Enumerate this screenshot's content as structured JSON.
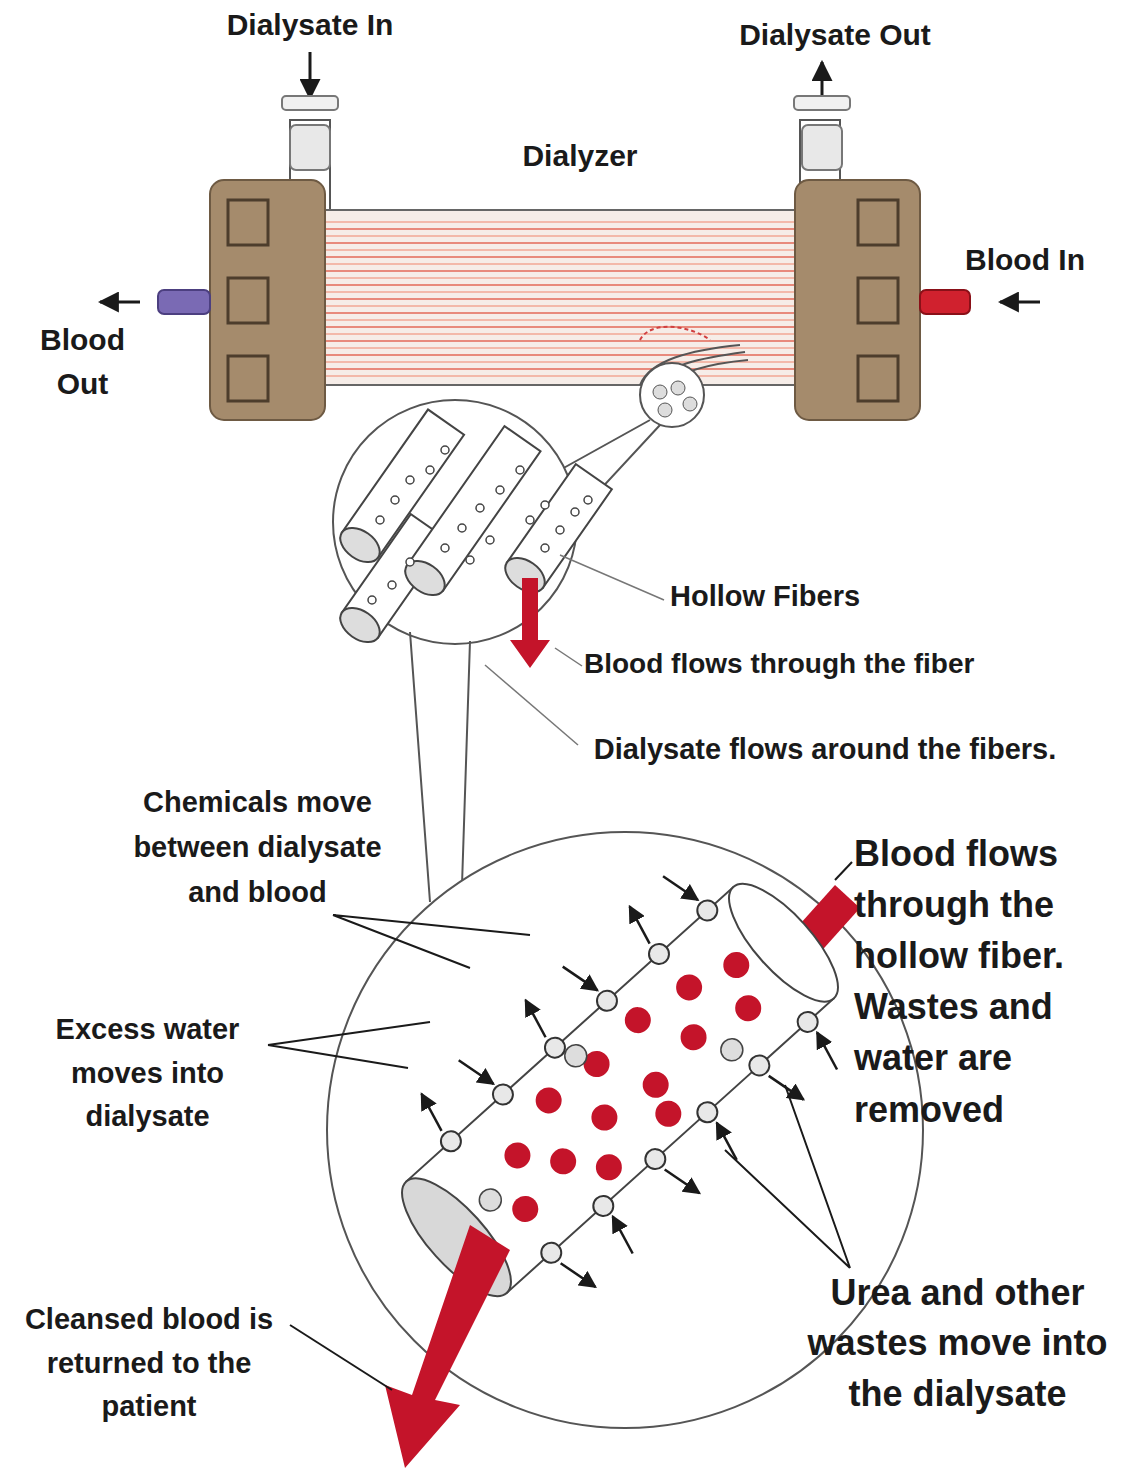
{
  "diagram": {
    "labels": [
      "Dialysate In",
      "Dialysate Out",
      "Dialyzer",
      "Blood In",
      "Blood Out",
      "Hollow Fibers",
      "Blood flows through the fiber",
      "Dialysate flows around the fibers.",
      "Chemicals move between dialysate and blood",
      "Blood flows through the hollow fiber. Wastes and water are removed",
      "Excess water moves into dialysate",
      "Cleansed blood is returned to the patient",
      "Urea and other wastes move into the dialysate"
    ]
  }
}
